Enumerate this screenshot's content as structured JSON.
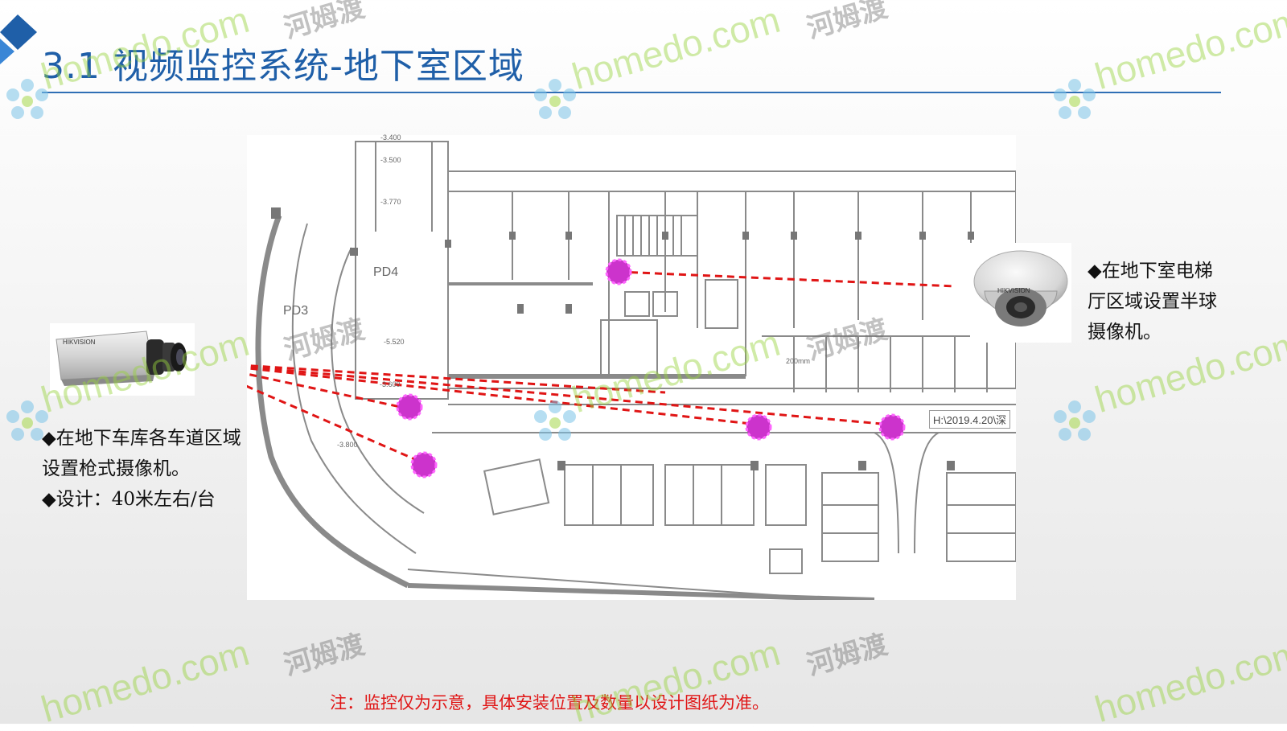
{
  "slide": {
    "title": "3.1 视频监控系统-地下室区域",
    "footer_note": "注：监控仅为示意，具体安装位置及数量以设计图纸为准。"
  },
  "notes": {
    "left_line1": "◆在地下车库各车道区域",
    "left_line2": "设置枪式摄像机。",
    "left_line3": "◆设计：40米左右/台",
    "right_line1": "◆在地下室电梯",
    "right_line2": "厅区域设置半球",
    "right_line3": "摄像机。"
  },
  "floor_plan": {
    "label_pd4": "PD4",
    "label_pd3": "PD3",
    "label_ref": "H:\\2019.4.20\\深",
    "label_width": "200mm",
    "label_levels": [
      "-3.400",
      "-3.500",
      "-3.770",
      "-5.520",
      "-3.600",
      "-3.800"
    ],
    "camera_marker_color": "#cc33cc",
    "line_color": "#e01515"
  },
  "camera_photos": {
    "bullet_brand": "HIKVISION",
    "dome_brand": "HIKVISION"
  },
  "watermark": {
    "en": "homedo.com",
    "cn": "河姆渡"
  },
  "colors": {
    "title": "#1f5fa8",
    "accent_blue": "#1f5fa8",
    "note_red": "#e01515"
  }
}
